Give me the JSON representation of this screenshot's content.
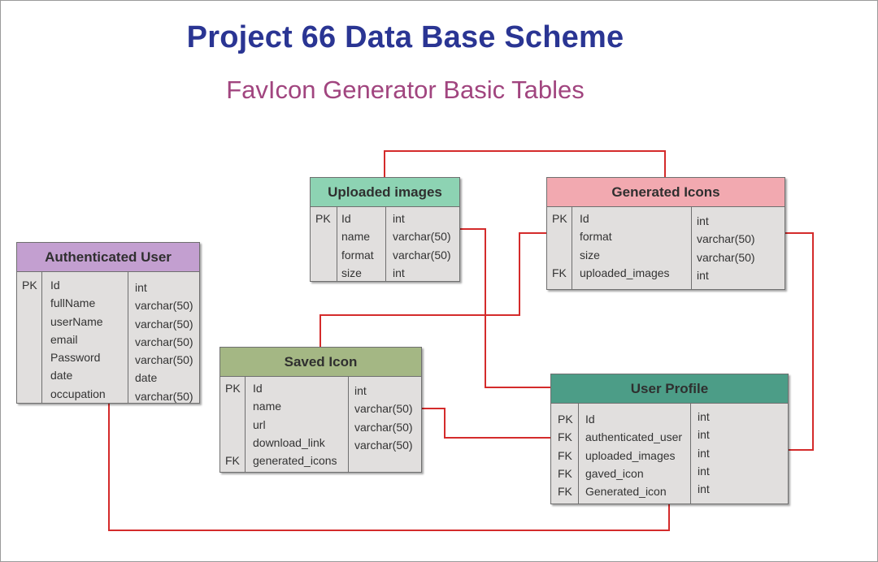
{
  "title": "Project 66 Data Base Scheme",
  "subtitle": "FavIcon Generator Basic Tables",
  "colors": {
    "title": "#2a3593",
    "subtitle": "#a1457f",
    "link_line": "#d42b2b",
    "authenticated_user_header": "#c39fd0",
    "uploaded_images_header": "#8dd3b3",
    "generated_icons_header": "#f2a9b0",
    "saved_icon_header": "#a4b784",
    "user_profile_header": "#4c9d87",
    "table_body": "#e1dfde"
  },
  "tables": [
    {
      "name": "Authenticated User",
      "header_color": "#c39fd0",
      "rows": [
        {
          "key": "PK",
          "field": "Id",
          "type": "int"
        },
        {
          "key": "",
          "field": "fullName",
          "type": "varchar(50)"
        },
        {
          "key": "",
          "field": "userName",
          "type": "varchar(50)"
        },
        {
          "key": "",
          "field": "email",
          "type": "varchar(50)"
        },
        {
          "key": "",
          "field": "Password",
          "type": "varchar(50)"
        },
        {
          "key": "",
          "field": "date",
          "type": "date"
        },
        {
          "key": "",
          "field": "occupation",
          "type": "varchar(50)"
        }
      ]
    },
    {
      "name": "Uploaded images",
      "header_color": "#8dd3b3",
      "rows": [
        {
          "key": "PK",
          "field": "Id",
          "type": "int"
        },
        {
          "key": "",
          "field": "name",
          "type": "varchar(50)"
        },
        {
          "key": "",
          "field": "format",
          "type": "varchar(50)"
        },
        {
          "key": "",
          "field": "size",
          "type": "int"
        }
      ]
    },
    {
      "name": "Generated Icons",
      "header_color": "#f2a9b0",
      "rows": [
        {
          "key": "PK",
          "field": "Id",
          "type": "int"
        },
        {
          "key": "",
          "field": "format",
          "type": "varchar(50)"
        },
        {
          "key": "",
          "field": "size",
          "type": "varchar(50)"
        },
        {
          "key": "FK",
          "field": "uploaded_images",
          "type": "int"
        }
      ]
    },
    {
      "name": "Saved Icon",
      "header_color": "#a4b784",
      "rows": [
        {
          "key": "PK",
          "field": "Id",
          "type": "int"
        },
        {
          "key": "",
          "field": "name",
          "type": "varchar(50)"
        },
        {
          "key": "",
          "field": "url",
          "type": "varchar(50)"
        },
        {
          "key": "",
          "field": "download_link",
          "type": "varchar(50)"
        },
        {
          "key": "FK",
          "field": "generated_icons",
          "type": ""
        }
      ]
    },
    {
      "name": "User Profile",
      "header_color": "#4c9d87",
      "rows": [
        {
          "key": "PK",
          "field": "Id",
          "type": "int"
        },
        {
          "key": "FK",
          "field": "authenticated_user",
          "type": "int"
        },
        {
          "key": "FK",
          "field": "uploaded_images",
          "type": "int"
        },
        {
          "key": "FK",
          "field": "gaved_icon",
          "type": "int"
        },
        {
          "key": "FK",
          "field": "Generated_icon",
          "type": "int"
        }
      ]
    }
  ]
}
